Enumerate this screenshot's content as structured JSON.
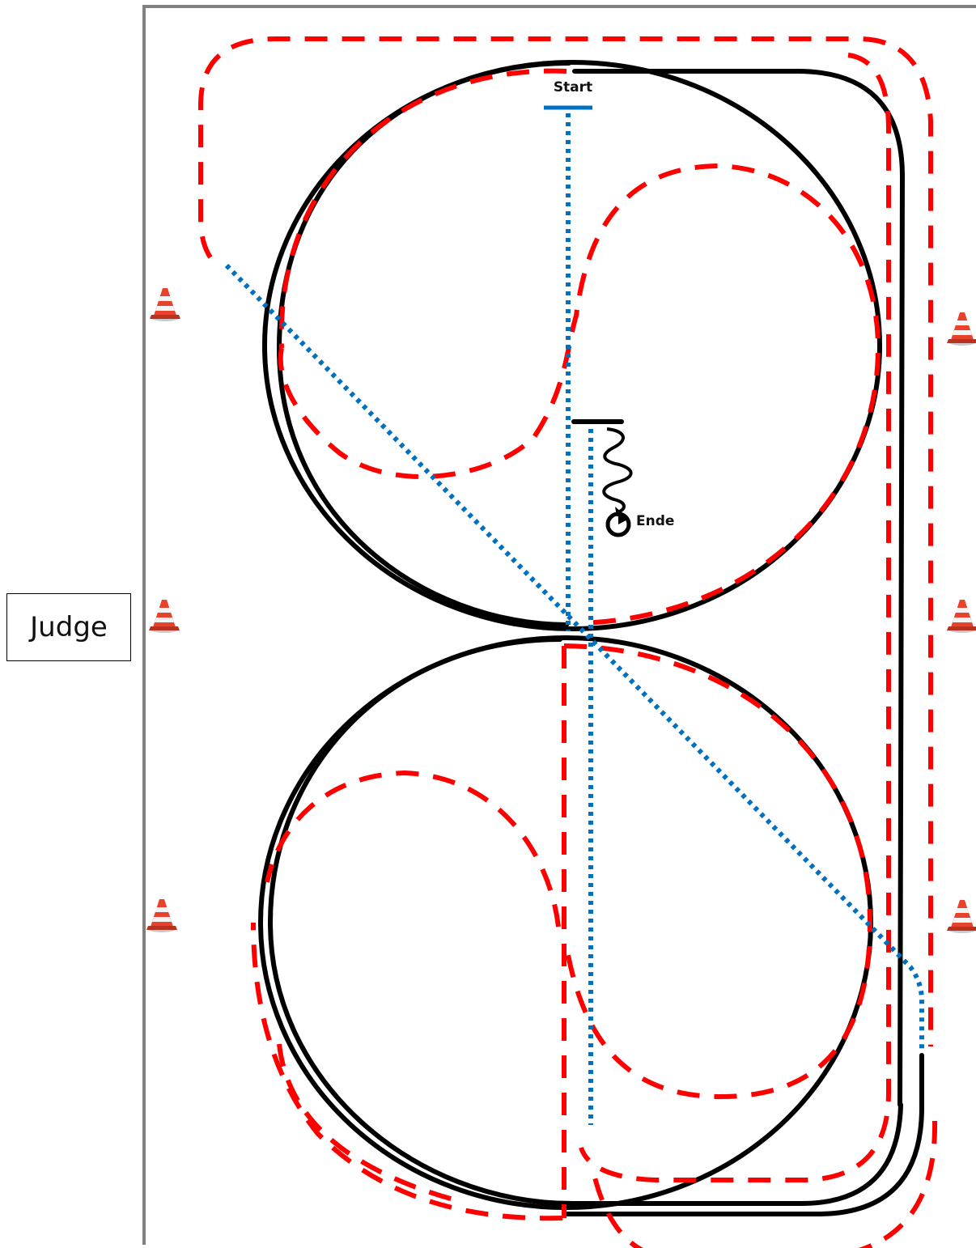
{
  "labels": {
    "judge": "Judge",
    "start": "Start",
    "end": "Ende"
  },
  "icons": {
    "cone": "traffic-cone-icon",
    "stopwatch": "stopwatch-icon"
  },
  "colors": {
    "arena_fence": "#808080",
    "track_solid": "#000000",
    "track_dashed": "#ff0000",
    "diagonal_dotted": "#0070c0",
    "cone_orange": "#e8412c"
  }
}
